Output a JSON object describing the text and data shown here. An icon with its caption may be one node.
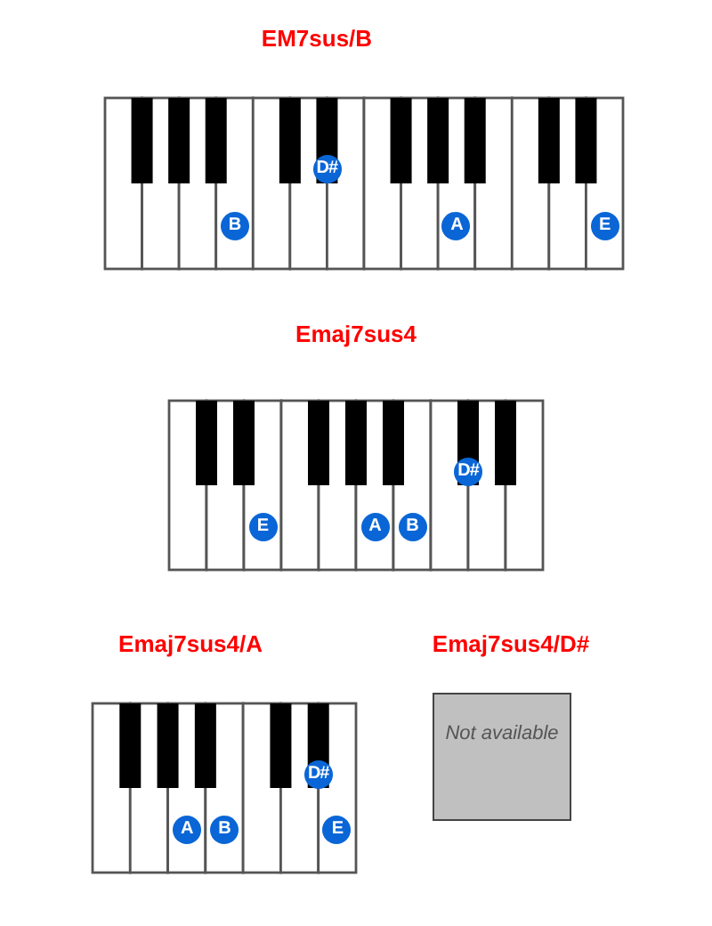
{
  "diagram": {
    "nodes": [
      {
        "text": [
          "EM7sus/B"
        ]
      },
      {
        "text": [
          "B"
        ],
        "in": 0
      },
      {
        "text": [
          "D#"
        ],
        "in": 0
      },
      {
        "text": [
          "A"
        ],
        "in": 0
      },
      {
        "text": [
          "E"
        ],
        "in": 0
      },
      {
        "text": [
          "Emaj7sus4"
        ]
      },
      {
        "text": [
          "E"
        ],
        "in": 5
      },
      {
        "text": [
          "A"
        ],
        "in": 5
      },
      {
        "text": [
          "B"
        ],
        "in": 5
      },
      {
        "text": [
          "D#"
        ],
        "in": 5
      },
      {
        "text": [
          "Emaj7sus4/A"
        ]
      },
      {
        "text": [
          "A"
        ],
        "in": 10
      },
      {
        "text": [
          "B"
        ],
        "in": 10
      },
      {
        "text": [
          "D#"
        ],
        "in": 10
      },
      {
        "text": [
          "E"
        ],
        "in": 10
      },
      {
        "text": [
          "Emaj7sus4/D#",
          "Not available"
        ]
      }
    ],
    "edges": []
  }
}
